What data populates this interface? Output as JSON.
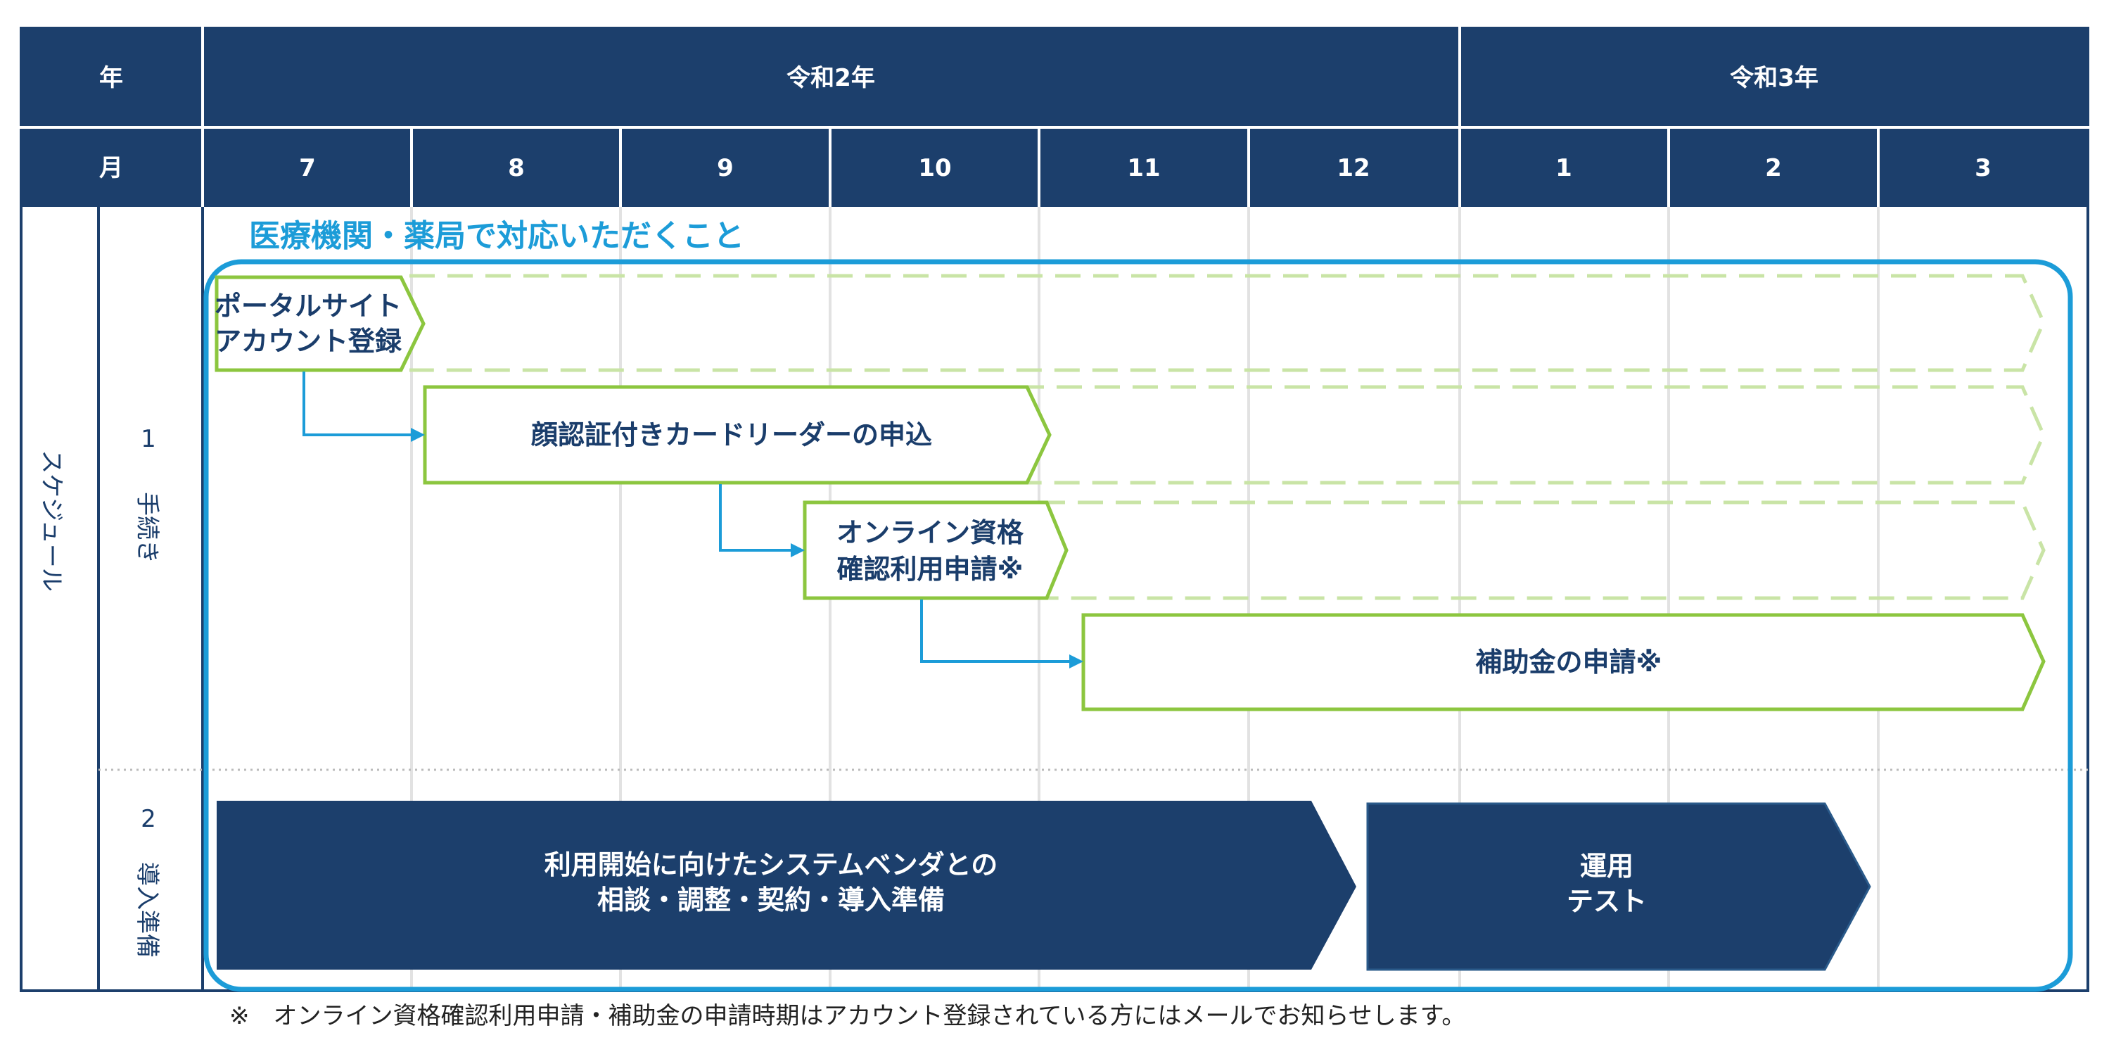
{
  "header": {
    "year_label": "年",
    "month_label": "月",
    "years": [
      "令和2年",
      "令和3年"
    ],
    "months": [
      "7",
      "8",
      "9",
      "10",
      "11",
      "12",
      "1",
      "2",
      "3"
    ]
  },
  "rows": {
    "schedule_label": "スケジュール",
    "row1": {
      "number": "1",
      "label": "手続き"
    },
    "row2": {
      "number": "2",
      "label": "導入準備"
    }
  },
  "section_title": "医療機関・薬局で対応いただくこと",
  "tasks": {
    "portal": [
      "ポータルサイト",
      "アカウント登録"
    ],
    "card_reader": "顔認証付きカードリーダーの申込",
    "online_qual": [
      "オンライン資格",
      "確認利用申請※"
    ],
    "subsidy": "補助金の申請※",
    "vendor": [
      "利用開始に向けたシステムベンダとの",
      "相談・調整・契約・導入準備"
    ],
    "test": [
      "運用",
      "テスト"
    ]
  },
  "footnote": "※　オンライン資格確認利用申請・補助金の申請時期はアカウント登録されている方にはメールでお知らせします。",
  "colors": {
    "navy": "#1c3f6c",
    "green": "#8cc63f",
    "light_green": "#c9e4a6",
    "cyan": "#1c9cd8",
    "grid": "#e2e2e2"
  }
}
